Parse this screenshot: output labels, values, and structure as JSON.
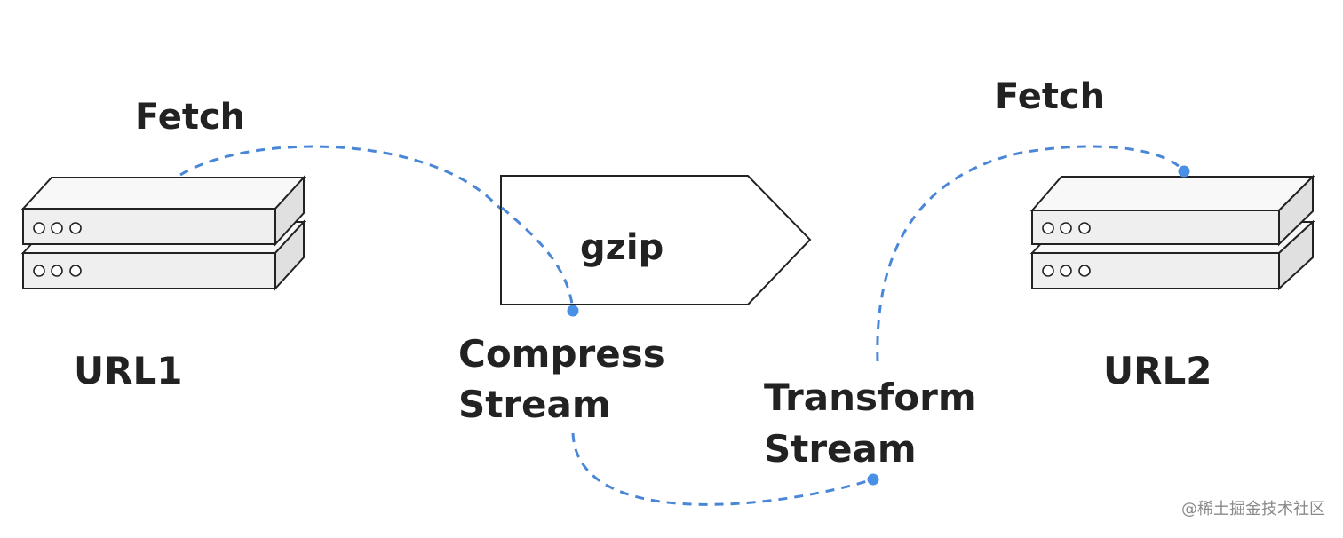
{
  "diagram": {
    "left_server": {
      "label": "URL1",
      "action_label": "Fetch"
    },
    "right_server": {
      "label": "URL2",
      "action_label": "Fetch"
    },
    "gzip_box": {
      "label": "gzip"
    },
    "compress_stream": {
      "line1": "Compress",
      "line2": "Stream"
    },
    "transform_stream": {
      "line1": "Transform",
      "line2": "Stream"
    },
    "watermark": "@稀土掘金技术社区"
  },
  "colors": {
    "connector": "#4a86d8",
    "dot": "#4a8fe6",
    "text": "#222222",
    "server_face": "#efefef",
    "server_top": "#f8f8f8",
    "server_side": "#e0e0e0",
    "outline": "#222222"
  }
}
